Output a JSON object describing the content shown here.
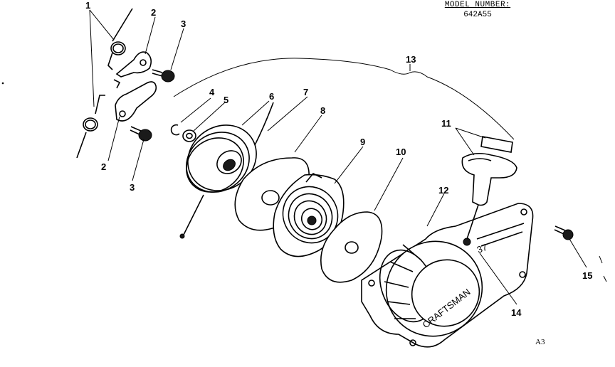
{
  "model": {
    "label": "MODEL NUMBER:",
    "number": "642A55"
  },
  "brand_text": "CRAFTSMAN",
  "cover_marking": "37",
  "drawing_code": "A3",
  "callouts": [
    {
      "id": "c1",
      "label": "1"
    },
    {
      "id": "c2a",
      "label": "2"
    },
    {
      "id": "c3a",
      "label": "3"
    },
    {
      "id": "c2b",
      "label": "2"
    },
    {
      "id": "c3b",
      "label": "3"
    },
    {
      "id": "c4",
      "label": "4"
    },
    {
      "id": "c5",
      "label": "5"
    },
    {
      "id": "c6",
      "label": "6"
    },
    {
      "id": "c7",
      "label": "7"
    },
    {
      "id": "c8",
      "label": "8"
    },
    {
      "id": "c9",
      "label": "9"
    },
    {
      "id": "c10",
      "label": "10"
    },
    {
      "id": "c11",
      "label": "11"
    },
    {
      "id": "c12",
      "label": "12"
    },
    {
      "id": "c13",
      "label": "13"
    },
    {
      "id": "c14",
      "label": "14"
    },
    {
      "id": "c15",
      "label": "15"
    }
  ]
}
